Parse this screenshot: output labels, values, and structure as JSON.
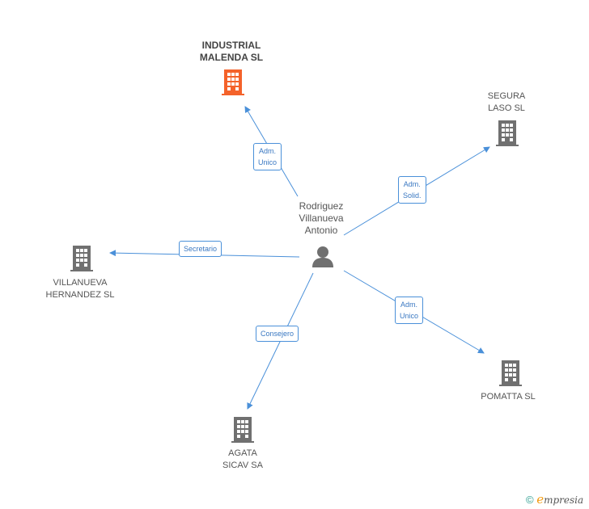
{
  "nodes": {
    "industrial": {
      "line1": "INDUSTRIAL",
      "line2": "MALENDA SL"
    },
    "segura": {
      "line1": "SEGURA",
      "line2": "LASO SL"
    },
    "villanueva": {
      "line1": "VILLANUEVA",
      "line2": "HERNANDEZ SL"
    },
    "pomatta": {
      "line1": "POMATTA SL"
    },
    "agata": {
      "line1": "AGATA",
      "line2": "SICAV SA"
    },
    "person": {
      "line1": "Rodriguez",
      "line2": "Villanueva",
      "line3": "Antonio"
    }
  },
  "edges": {
    "industrial": {
      "line1": "Adm.",
      "line2": "Unico"
    },
    "segura": {
      "line1": "Adm.",
      "line2": "Solid."
    },
    "villanueva": {
      "line1": "Secretario"
    },
    "pomatta": {
      "line1": "Adm.",
      "line2": "Unico"
    },
    "agata": {
      "line1": "Consejero"
    }
  },
  "colors": {
    "focus": "#f4622a",
    "company": "#707070",
    "edge": "#4a90d9",
    "person": "#707070"
  },
  "footer": {
    "copyright": "©",
    "brand_first": "e",
    "brand_rest": "mpresia"
  }
}
